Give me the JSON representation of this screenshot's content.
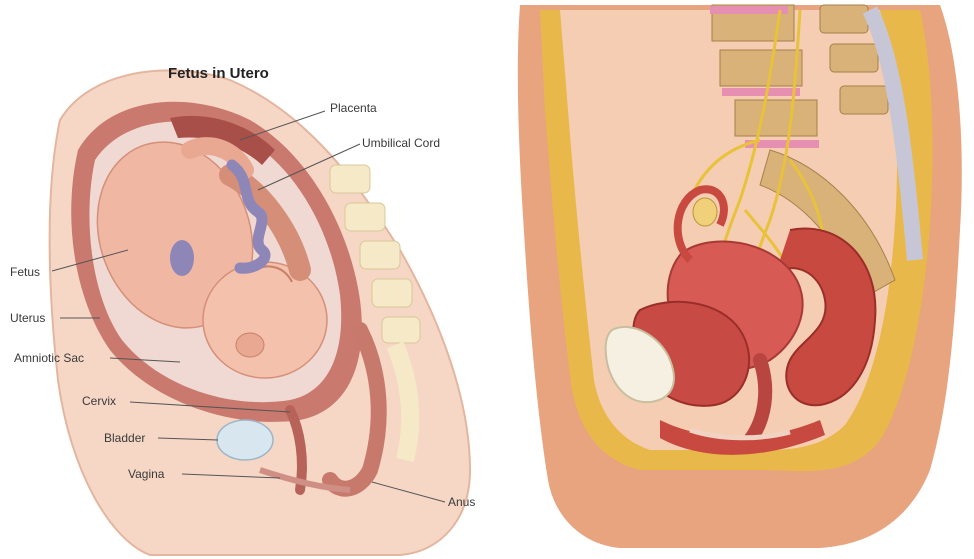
{
  "left_panel": {
    "title": "Fetus in Utero",
    "labels": {
      "placenta": "Placenta",
      "umbilical_cord": "Umbilical Cord",
      "fetus": "Fetus",
      "uterus": "Uterus",
      "amniotic_sac": "Amniotic Sac",
      "cervix": "Cervix",
      "bladder": "Bladder",
      "vagina": "Vagina",
      "anus": "Anus"
    }
  },
  "colors": {
    "skin": "#f2c9b2",
    "uterus_wall": "#c9796e",
    "fetus": "#f0b8a3",
    "amniotic": "#efd9d2",
    "spine_bone": "#f5e9c8",
    "fat": "#e9b84a",
    "muscle": "#c8493f",
    "nerve": "#e8c23a",
    "disc": "#e78fb0"
  }
}
